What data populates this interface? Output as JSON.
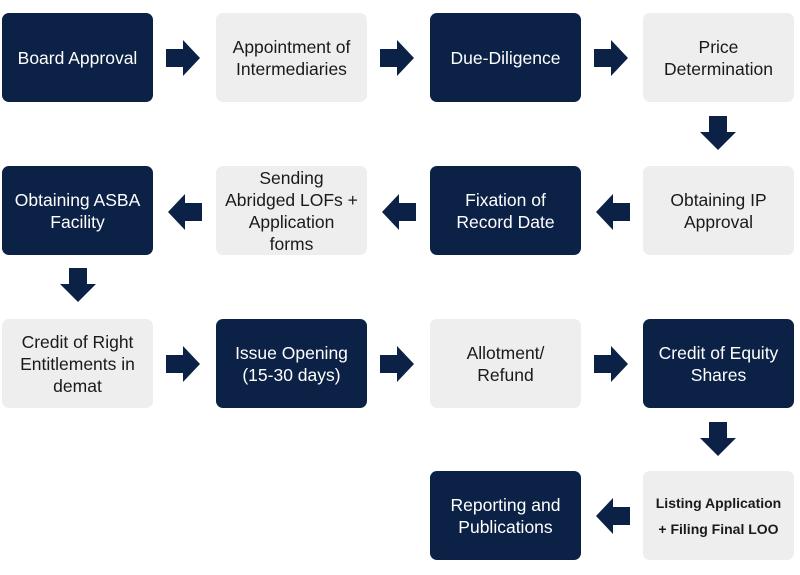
{
  "steps": [
    {
      "id": "board-approval",
      "label": "Board Approval",
      "style": "dark"
    },
    {
      "id": "appointment-of-intermediaries",
      "label": "Appointment of\nIntermediaries",
      "style": "light"
    },
    {
      "id": "due-diligence",
      "label": "Due-Diligence",
      "style": "dark"
    },
    {
      "id": "price-determination",
      "label": "Price\nDetermination",
      "style": "light"
    },
    {
      "id": "obtaining-ip-approval",
      "label": "Obtaining IP\nApproval",
      "style": "light"
    },
    {
      "id": "fixation-of-record-date",
      "label": "Fixation of\nRecord Date",
      "style": "dark"
    },
    {
      "id": "sending-abridged-lofs",
      "label": "Sending\nAbridged LOFs +\nApplication\nforms",
      "style": "light"
    },
    {
      "id": "obtaining-asba-facility",
      "label": "Obtaining ASBA\nFacility",
      "style": "dark"
    },
    {
      "id": "credit-of-right-entitlements",
      "label": "Credit of Right\nEntitlements in\ndemat",
      "style": "light"
    },
    {
      "id": "issue-opening",
      "label": "Issue Opening\n(15-30 days)",
      "style": "dark"
    },
    {
      "id": "allotment-refund",
      "label": "Allotment/\nRefund",
      "style": "light"
    },
    {
      "id": "credit-of-equity-shares",
      "label": "Credit of Equity\nShares",
      "style": "dark"
    },
    {
      "id": "listing-application",
      "label": "Listing Application\n+ Filing Final LOO",
      "style": "light"
    },
    {
      "id": "reporting-and-publications",
      "label": "Reporting and\nPublications",
      "style": "dark"
    }
  ],
  "colors": {
    "dark": "#0c2146",
    "light": "#eeeeee",
    "arrow": "#0c2146"
  }
}
